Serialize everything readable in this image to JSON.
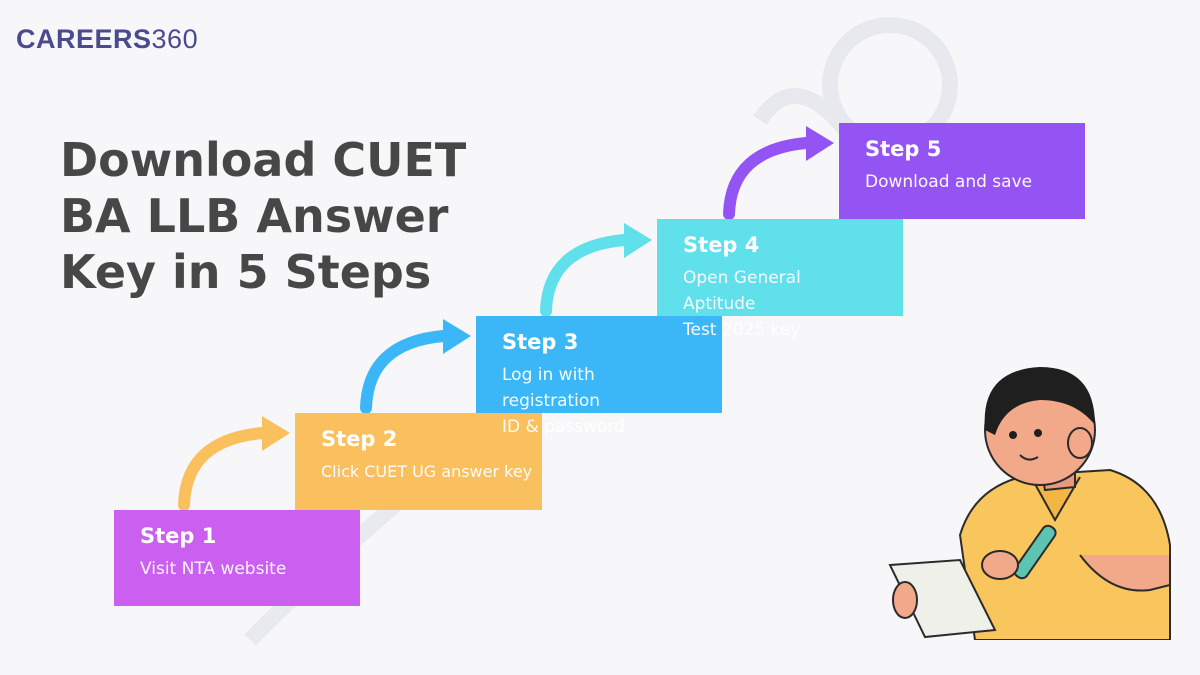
{
  "logo": {
    "brand": "CAREERS",
    "number": "360"
  },
  "title": {
    "line1": "Download CUET",
    "line2": "BA LLB Answer",
    "line3": "Key in 5 Steps"
  },
  "steps": [
    {
      "title": "Step 1",
      "desc_lines": [
        "Visit NTA website"
      ]
    },
    {
      "title": "Step 2",
      "desc_lines": [
        "Click CUET UG answer key"
      ]
    },
    {
      "title": "Step 3",
      "desc_lines": [
        "Log in with registration",
        "ID & password"
      ]
    },
    {
      "title": "Step 4",
      "desc_lines": [
        "Open General Aptitude",
        "Test 2025 key"
      ]
    },
    {
      "title": "Step 5",
      "desc_lines": [
        "Download and save"
      ]
    }
  ],
  "colors": {
    "step1": "#cb5ff0",
    "step2": "#fbc05e",
    "step3": "#3bb7f8",
    "step4": "#5fe0ea",
    "step5": "#9454f4",
    "title": "#474747",
    "brand": "#4a4b8f"
  },
  "icons": [
    "curved-arrow-icon",
    "person-writing-illustration",
    "careers360-watermark"
  ]
}
